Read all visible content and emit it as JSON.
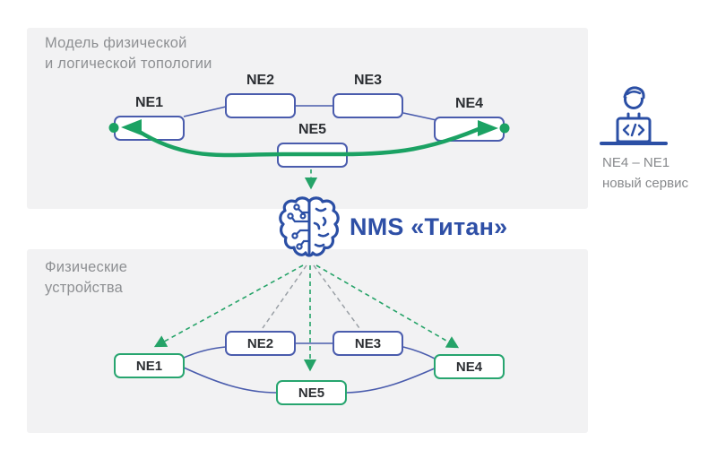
{
  "top_panel": {
    "title": [
      "Модель физической",
      "и логической топологии"
    ],
    "nodes": [
      {
        "id": "NE1",
        "label": "NE1"
      },
      {
        "id": "NE2",
        "label": "NE2"
      },
      {
        "id": "NE3",
        "label": "NE3"
      },
      {
        "id": "NE4",
        "label": "NE4"
      },
      {
        "id": "NE5",
        "label": "NE5"
      }
    ]
  },
  "bottom_panel": {
    "title": [
      "Физические",
      "устройства"
    ],
    "nodes": [
      {
        "id": "NE1",
        "label": "NE1"
      },
      {
        "id": "NE2",
        "label": "NE2"
      },
      {
        "id": "NE3",
        "label": "NE3"
      },
      {
        "id": "NE4",
        "label": "NE4"
      },
      {
        "id": "NE5",
        "label": "NE5"
      }
    ]
  },
  "nms": {
    "label": "NMS «Титан»",
    "icon": "brain-icon"
  },
  "annotation": {
    "line1": "NE4 – NE1",
    "line2": "новый сервис",
    "icon": "developer-laptop-icon"
  },
  "colors": {
    "panel_bg": "#f2f2f3",
    "accent_green": "#1ba263",
    "dashed_green": "#25a368",
    "dashed_gray": "#9aa0a6",
    "node_border_blue": "#4a5cad",
    "node_border_green": "#27a56f",
    "brand_blue": "#2e4fa6",
    "muted_text": "#8e9093",
    "label_text": "#2c2f33"
  }
}
